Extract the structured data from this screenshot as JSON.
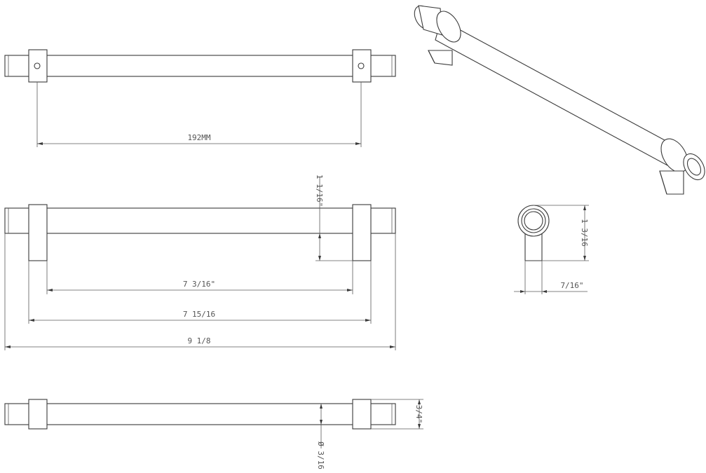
{
  "dimensions": {
    "center_to_center": "192MM",
    "inner_length": "7 3/16\"",
    "post_span": "7 15/16",
    "overall_length": "9 1/8",
    "projection": "1 1/16\"",
    "end_projection": "1 3/16",
    "base_width": "7/16\"",
    "bar_diameter": "Ø 3/16",
    "end_diameter": "3/4\""
  },
  "views": [
    "top-view",
    "front-view",
    "bottom-view",
    "isometric-view",
    "end-view"
  ],
  "colors": {
    "line": "#3a3a3a",
    "text": "#555555",
    "background": "#ffffff"
  }
}
